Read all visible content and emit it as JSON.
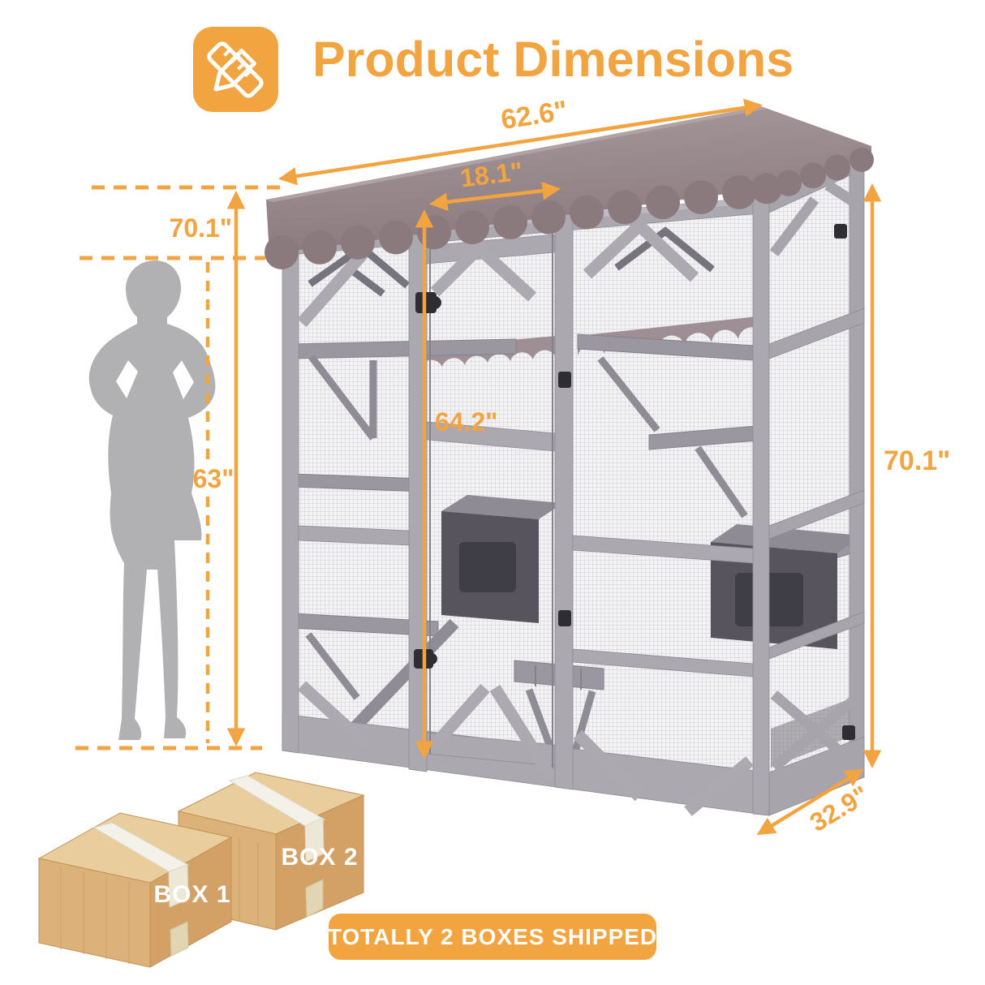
{
  "header": {
    "title": "Product Dimensions",
    "icon": "ruler-pencil-icon"
  },
  "dimensions": {
    "overall_width": "62.6\"",
    "door_width": "18.1\"",
    "overall_height_left": "70.1\"",
    "person_height": "63\"",
    "door_height": "64.2\"",
    "overall_height_right": "70.1\"",
    "depth": "32.9\""
  },
  "shipping": {
    "box1_label": "BOX 1",
    "box2_label": "BOX 2",
    "banner": "TOTALLY 2 BOXES SHIPPED"
  },
  "colors": {
    "accent": "#F2A440",
    "roof": "#928184",
    "frame": "#ABA8B0",
    "mesh_line": "#C6C6CC",
    "silhouette": "#B1B0B3",
    "cardboard_front": "#D3A166",
    "cardboard_top": "#EACD9C"
  }
}
